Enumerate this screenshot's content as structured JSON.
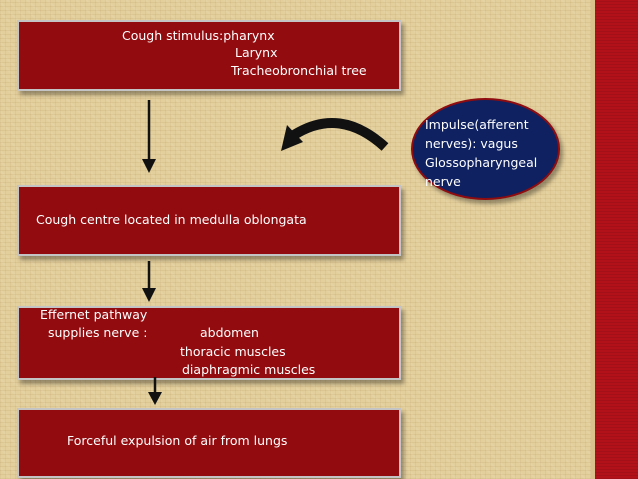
{
  "nodes": {
    "stimulus": {
      "line1": "Cough stimulus:pharynx",
      "line2": "Larynx",
      "line3": "Tracheobronchial tree"
    },
    "impulse": {
      "line1": "Impulse(afferent",
      "line2": "nerves): vagus",
      "line3": "Glossopharyngeal",
      "line4": "nerve"
    },
    "centre": {
      "text": "Cough centre located in medulla oblongata"
    },
    "efferent": {
      "line1": "Effernet pathway",
      "line2": "supplies nerve :",
      "line3": "abdomen",
      "line4": "thoracic muscles",
      "line5": "diaphragmic muscles"
    },
    "result": {
      "text": "Forceful expulsion of air from lungs"
    }
  },
  "colors": {
    "box_fill": "#920b0f",
    "oval_fill": "#0f2160",
    "background": "#e3cf9c",
    "sidebar": "#b2111a",
    "arrow": "#111111"
  },
  "icons": [
    "down-arrow-icon",
    "curved-arrow-icon"
  ]
}
